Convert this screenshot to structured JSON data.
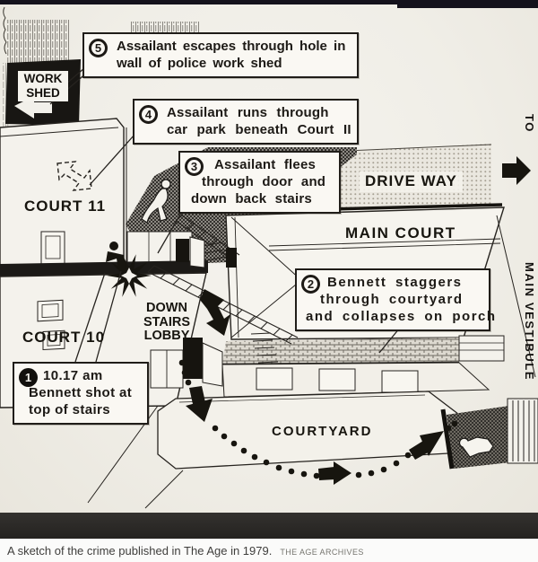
{
  "colors": {
    "ink": "#26231f",
    "paper": "#f1efe9",
    "box_bg": "#faf8f3",
    "top_bar": "#14121c",
    "divider_band": "#2a2826",
    "caption_text": "#3f3e3c",
    "credit_text": "#76756f"
  },
  "steps": {
    "s1": {
      "num": "1",
      "line1": "10.17 am",
      "line2": "Bennett shot at",
      "line3": "top of stairs"
    },
    "s2": {
      "num": "2",
      "line1": "Bennett staggers",
      "line2": "through courtyard",
      "line3": "and collapses on porch"
    },
    "s3": {
      "num": "3",
      "line1": "Assailant flees",
      "line2": "through door and",
      "line3": "down back stairs"
    },
    "s4": {
      "num": "4",
      "line1": "Assailant runs through",
      "line2": "car park beneath Court II"
    },
    "s5": {
      "num": "5",
      "line1": "Assailant escapes through hole in",
      "line2": "wall of police work shed"
    }
  },
  "labels": {
    "work_shed_line1": "WORK",
    "work_shed_line2": "SHED",
    "court11": "COURT 11",
    "court10": "COURT 10",
    "driveway": "DRIVE WAY",
    "main_court": "MAIN COURT",
    "lobby_line1": "DOWN",
    "lobby_line2": "STAIRS",
    "lobby_line3": "LOBBY",
    "courtyard": "COURTYARD",
    "to": "TO",
    "main_vestibule": "MAIN VESTIBULE"
  },
  "caption": {
    "text": "A sketch of the crime published in The Age in 1979.",
    "credit": "THE AGE ARCHIVES"
  }
}
